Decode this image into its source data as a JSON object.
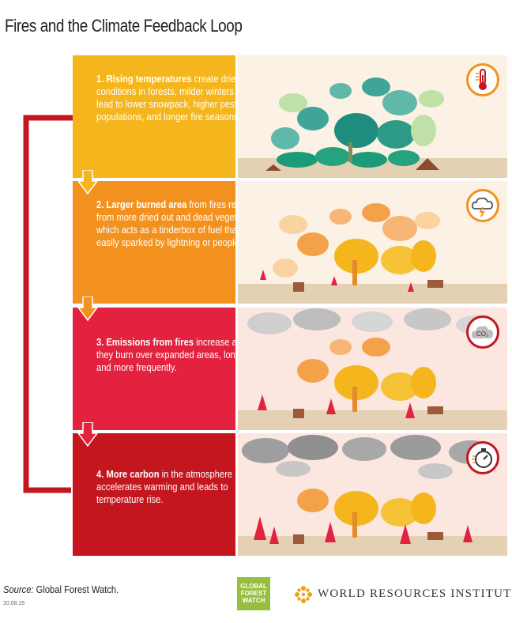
{
  "title": "Fires and the Climate Feedback Loop",
  "steps": [
    {
      "number": "1.",
      "bold": "Rising temperatures",
      "text": " create drier conditions in forests, milder winters that lead to lower snowpack, higher pest populations, and longer fire seasons.",
      "icon": "thermometer-icon"
    },
    {
      "number": "2.",
      "bold": "Larger burned area",
      "text": " from fires result from more dried out and dead vegetation, which acts as a tinderbox of fuel that is easily sparked by lightning or people.",
      "icon": "storm-cloud-icon"
    },
    {
      "number": "3.",
      "bold": "Emissions from fires",
      "text": " increase as they burn over expanded areas, longer, and more frequently.",
      "icon": "co2-cloud-icon",
      "icon_label": "CO₂"
    },
    {
      "number": "4.",
      "bold": "More carbon",
      "text": " in the atmosphere accelerates warming and leads to temperature rise.",
      "icon": "stopwatch-icon"
    }
  ],
  "colors": {
    "step1": "#f5b51c",
    "step2": "#f3911f",
    "step3": "#e2223f",
    "step4": "#c3161f",
    "loop_arrow": "#c3161f",
    "icon_ring_1": "#f3911f",
    "icon_ring_2": "#f3911f",
    "icon_ring_3": "#c3161f",
    "icon_ring_4": "#c3161f"
  },
  "footer": {
    "source_label": "Source:",
    "source_text": " Global Forest Watch.",
    "code": "20.08.15",
    "gfw_logo": [
      "GLOBAL",
      "FOREST",
      "WATCH"
    ],
    "wri": "WORLD RESOURCES INSTITUTE"
  }
}
